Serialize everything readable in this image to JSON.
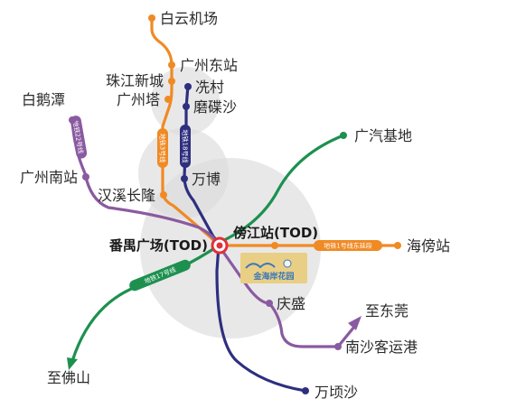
{
  "colors": {
    "orange": "#f08a24",
    "navy": "#2e2f7f",
    "purple": "#8a5aa0",
    "green": "#1d9050",
    "hub": "#e0303a",
    "zone": "#d9d9d9",
    "logo_bg": "#e9cf85"
  },
  "stations": {
    "baiyun_airport": "白云机场",
    "guangzhou_east": "广州东站",
    "zhujiang_xincheng": "珠江新城",
    "canton_tower": "广州塔",
    "xiancun": "冼村",
    "mosha": "磨碟沙",
    "baietan": "白鹅潭",
    "guangzhou_south": "广州南站",
    "guangqi_base": "广汽基地",
    "wanbo": "万博",
    "hanxi_changlong": "汉溪长隆",
    "panyu_square": "番禺广场(TOD)",
    "pangjiang": "傍江站(TOD)",
    "haibang": "海傍站",
    "qingsheng": "庆盛",
    "to_dongguan": "至东莞",
    "nansha_passenger_port": "南沙客运港",
    "to_foshan": "至佛山",
    "wanqingsha": "万顷沙"
  },
  "line_tags": {
    "line22": "地铁22号线",
    "line3": "地铁3号线",
    "line18": "地铁18号线",
    "line1_east": "地铁1号线东延段",
    "line17": "地铁17号线"
  },
  "logo": {
    "text": "金海岸花园",
    "icon": "jinhaian-garden-logo-icon"
  },
  "icons": {
    "hub": "interchange-hub-icon",
    "arrow_dongguan": "arrow-icon",
    "arrow_foshan": "arrow-icon"
  }
}
